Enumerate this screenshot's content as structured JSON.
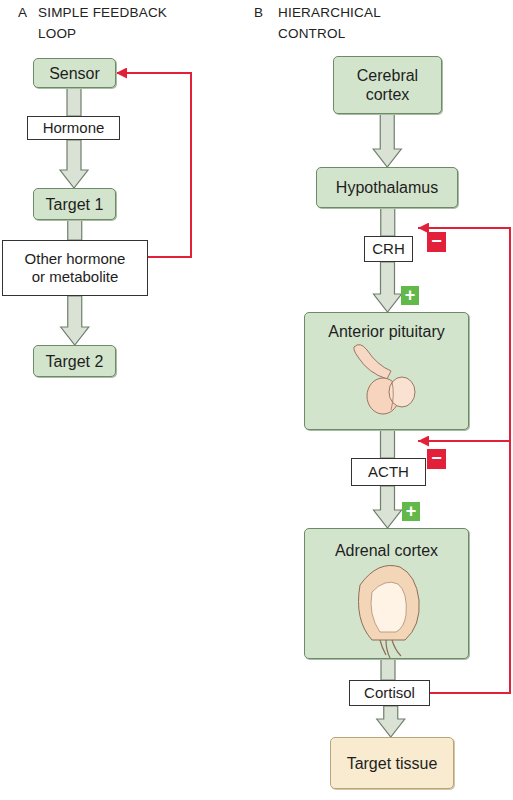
{
  "diagram": {
    "nodes": [
      {
        "text": [
          "Sensor"
        ]
      },
      {
        "text": [
          "Hormone"
        ]
      },
      {
        "text": [
          "Target 1"
        ]
      },
      {
        "text": [
          "Other hormone or metabolite"
        ]
      },
      {
        "text": [
          "Target 2"
        ]
      },
      {
        "text": [
          "Cerebral cortex"
        ]
      },
      {
        "text": [
          "Hypothalamus"
        ]
      },
      {
        "text": [
          "CRH"
        ]
      },
      {
        "text": [
          "Anterior pituitary"
        ]
      },
      {
        "text": [
          "ACTH"
        ]
      },
      {
        "text": [
          "Adrenal cortex"
        ]
      },
      {
        "text": [
          "Cortisol"
        ]
      },
      {
        "text": [
          "Target tissue"
        ]
      }
    ],
    "edges": [
      {
        "from": 0,
        "to": 1,
        "arrow": "none"
      },
      {
        "from": 1,
        "to": 2,
        "arrow": "to"
      },
      {
        "from": 2,
        "to": 3,
        "arrow": "none"
      },
      {
        "from": 3,
        "to": 4,
        "arrow": "to"
      },
      {
        "from": 3,
        "to": 0,
        "arrow": "to"
      },
      {
        "from": 5,
        "to": 6,
        "arrow": "to"
      },
      {
        "from": 6,
        "to": 7,
        "arrow": "none"
      },
      {
        "from": 7,
        "to": 8,
        "arrow": "to"
      },
      {
        "from": 8,
        "to": 9,
        "arrow": "none"
      },
      {
        "from": 9,
        "to": 10,
        "arrow": "to"
      },
      {
        "from": 10,
        "to": 11,
        "arrow": "none"
      },
      {
        "from": 11,
        "to": 12,
        "arrow": "to"
      },
      {
        "from": 11,
        "to": 7,
        "arrow": "to"
      },
      {
        "from": 11,
        "to": 9,
        "arrow": "to"
      }
    ],
    "labels": [
      "A",
      "SIMPLE FEEDBACK LOOP",
      "B",
      "HIERARCHICAL CONTROL",
      "−",
      "+",
      "−",
      "+"
    ]
  }
}
